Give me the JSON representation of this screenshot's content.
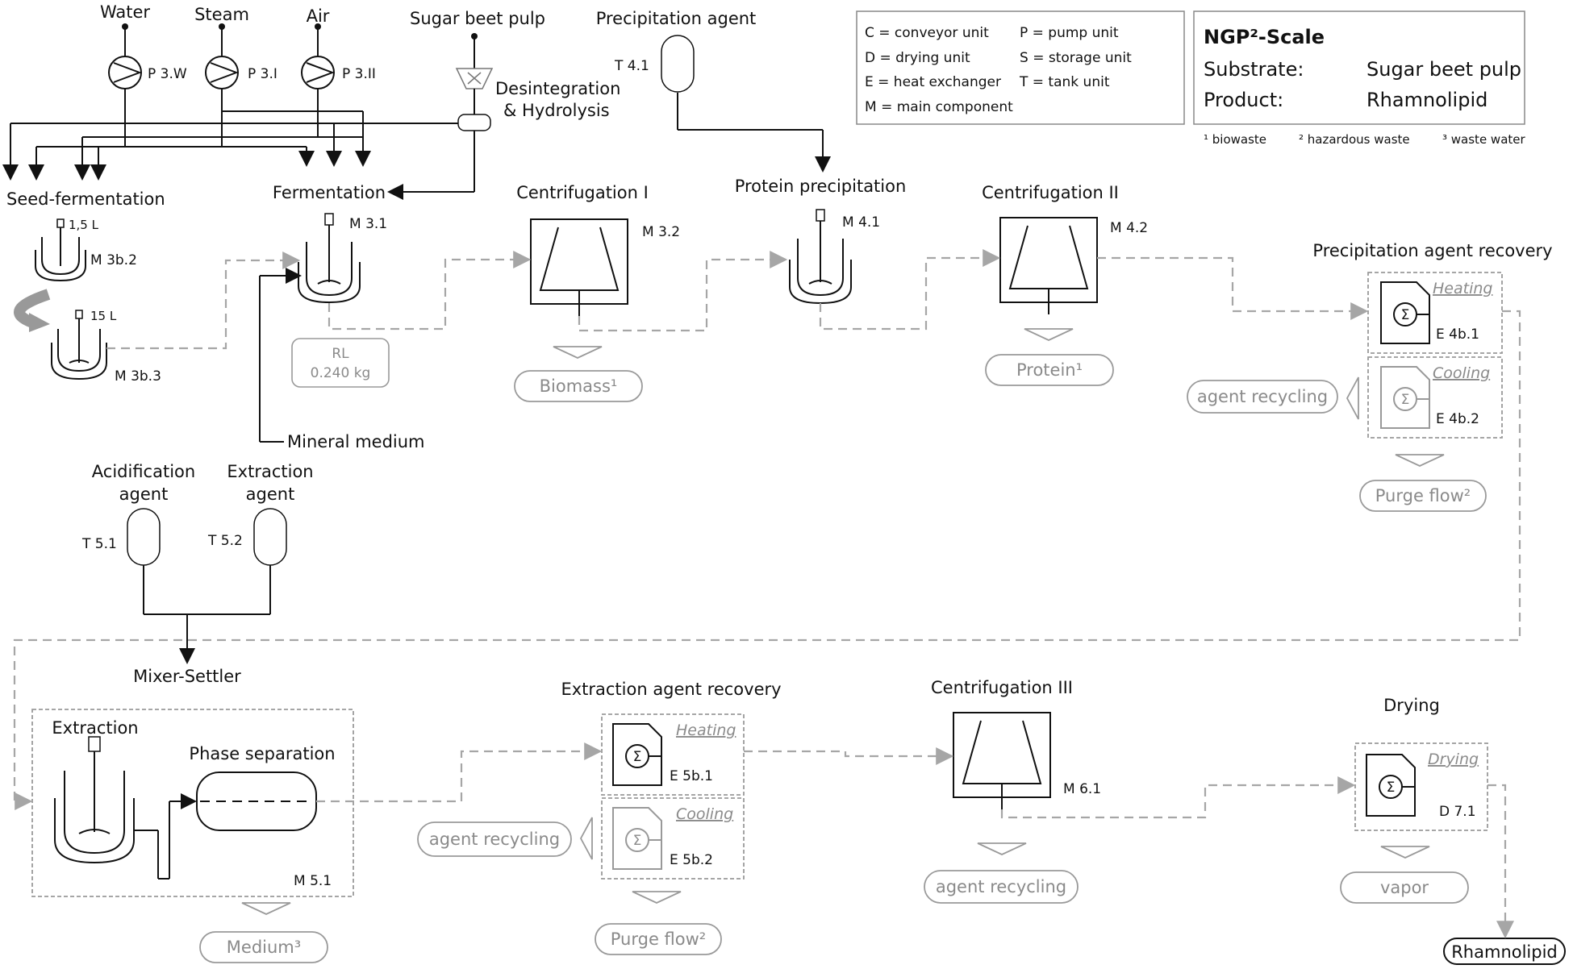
{
  "legend": {
    "items": [
      "C = conveyor unit",
      "D = drying unit",
      "E = heat exchanger",
      "M = main component",
      "P = pump unit",
      "S = storage unit",
      "T = tank unit"
    ]
  },
  "scale_box": {
    "title": "NGP²-Scale",
    "substrate_label": "Substrate:",
    "substrate_value": "Sugar beet pulp",
    "product_label": "Product:",
    "product_value": "Rhamnolipid"
  },
  "footnotes": [
    "¹ biowaste",
    "² hazardous waste",
    "³ waste water"
  ],
  "inputs": {
    "water": "Water",
    "steam": "Steam",
    "air": "Air",
    "sugar_beet_pulp": "Sugar beet pulp",
    "precipitation_agent": "Precipitation agent",
    "mineral_medium": "Mineral medium",
    "acidification_agent": [
      "Acidification",
      "agent"
    ],
    "extraction_agent": [
      "Extraction",
      "agent"
    ]
  },
  "pumps": [
    "P 3.W",
    "P 3.I",
    "P 3.II"
  ],
  "tanks": {
    "t41": "T 4.1",
    "t51": "T 5.1",
    "t52": "T 5.2"
  },
  "hydrolysis": [
    "Desintegration",
    "& Hydrolysis"
  ],
  "units": {
    "seed_fermentation": "Seed-fermentation",
    "seed_small_volume": "1,5 L",
    "seed_small_id": "M 3b.2",
    "seed_large_volume": "15 L",
    "seed_large_id": "M 3b.3",
    "fermentation": "Fermentation",
    "fermentation_id": "M 3.1",
    "rl_label": "RL",
    "rl_value": "0.240 kg",
    "centrifugation_1": "Centrifugation I",
    "centrifugation_1_id": "M 3.2",
    "protein_precipitation": "Protein precipitation",
    "protein_precipitation_id": "M 4.1",
    "centrifugation_2": "Centrifugation II",
    "centrifugation_2_id": "M 4.2",
    "precip_recovery": "Precipitation agent recovery",
    "heating": "Heating",
    "cooling": "Cooling",
    "e4b1": "E 4b.1",
    "e4b2": "E 4b.2",
    "mixer_settler": "Mixer-Settler",
    "extraction": "Extraction",
    "phase_separation": "Phase separation",
    "m51": "M 5.1",
    "extraction_recovery": "Extraction agent recovery",
    "e5b1": "E 5b.1",
    "e5b2": "E 5b.2",
    "centrifugation_3": "Centrifugation III",
    "m61": "M 6.1",
    "drying_title": "Drying",
    "drying_sub": "Drying",
    "d71": "D 7.1"
  },
  "outputs": {
    "biomass": "Biomass¹",
    "protein": "Protein¹",
    "agent_recycling_1": "agent recycling",
    "purge_flow_1": "Purge flow²",
    "medium": "Medium³",
    "agent_recycling_2": "agent recycling",
    "purge_flow_2": "Purge flow²",
    "agent_recycling_3": "agent recycling",
    "vapor": "vapor",
    "rhamnolipid": "Rhamnolipid"
  }
}
